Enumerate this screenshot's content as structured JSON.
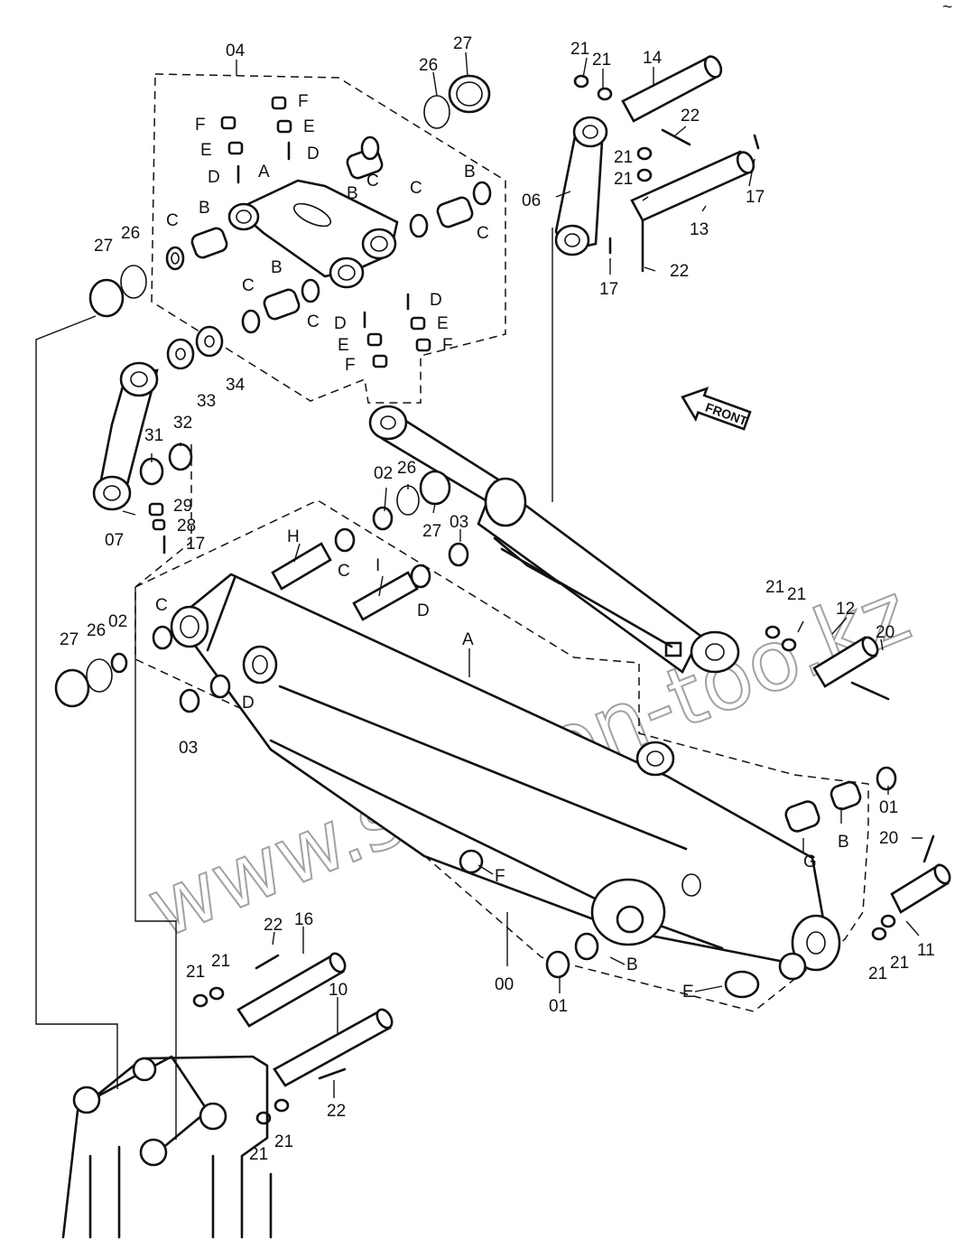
{
  "watermark": "www.sinhron-too.kz",
  "front_label": "FRONT",
  "callouts": [
    "04",
    "27",
    "26",
    "F",
    "F",
    "E",
    "E",
    "D",
    "D",
    "A",
    "B",
    "C",
    "C",
    "B",
    "C",
    "C",
    "B",
    "C",
    "B",
    "C",
    "27",
    "26",
    "D",
    "D",
    "E",
    "E",
    "F",
    "F",
    "33",
    "34",
    "21",
    "21",
    "14",
    "22",
    "06",
    "21",
    "21",
    "17",
    "13",
    "17",
    "22",
    "31",
    "32",
    "07",
    "29",
    "28",
    "17",
    "02",
    "26",
    "27",
    "03",
    "H",
    "C",
    "I",
    "D",
    "A",
    "C",
    "27",
    "26",
    "02",
    "D",
    "03",
    "21",
    "21",
    "12",
    "20",
    "01",
    "B",
    "G",
    "B",
    "20",
    "F",
    "E",
    "11",
    "21",
    "21",
    "00",
    "01",
    "22",
    "16",
    "21",
    "21",
    "10",
    "22",
    "21",
    "21",
    "~"
  ]
}
